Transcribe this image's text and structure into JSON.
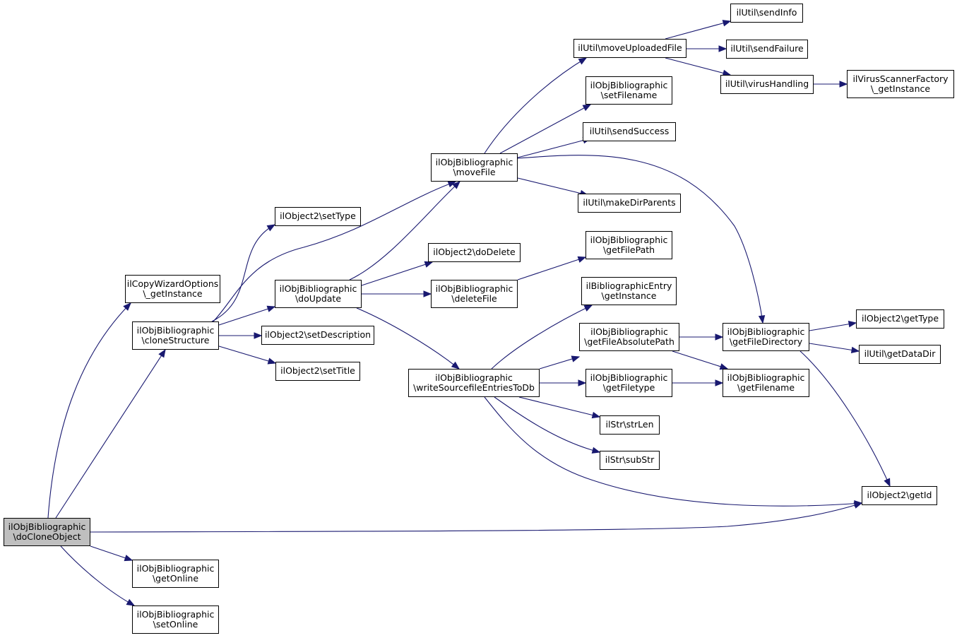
{
  "colors": {
    "edge": "#191970",
    "root_fill": "#bfbfbf",
    "node_fill": "#ffffff",
    "node_border": "#000000"
  },
  "nodes": {
    "doCloneObject": [
      "ilObjBibliographic",
      "\\doCloneObject"
    ],
    "copyWizard": [
      "ilCopyWizardOptions",
      "\\_getInstance"
    ],
    "cloneStructure": [
      "ilObjBibliographic",
      "\\cloneStructure"
    ],
    "getOnline": [
      "ilObjBibliographic",
      "\\getOnline"
    ],
    "setOnline": [
      "ilObjBibliographic",
      "\\setOnline"
    ],
    "getId": [
      "ilObject2\\getId"
    ],
    "setType": [
      "ilObject2\\setType"
    ],
    "doUpdate": [
      "ilObjBibliographic",
      "\\doUpdate"
    ],
    "setDescription": [
      "ilObject2\\setDescription"
    ],
    "setTitle": [
      "ilObject2\\setTitle"
    ],
    "moveFile": [
      "ilObjBibliographic",
      "\\moveFile"
    ],
    "doDelete": [
      "ilObject2\\doDelete"
    ],
    "deleteFile": [
      "ilObjBibliographic",
      "\\deleteFile"
    ],
    "writeSource": [
      "ilObjBibliographic",
      "\\writeSourcefileEntriesToDb"
    ],
    "moveUploaded": [
      "ilUtil\\moveUploadedFile"
    ],
    "setFilename": [
      "ilObjBibliographic",
      "\\setFilename"
    ],
    "sendSuccess": [
      "ilUtil\\sendSuccess"
    ],
    "makeDirParents": [
      "ilUtil\\makeDirParents"
    ],
    "getFilePath": [
      "ilObjBibliographic",
      "\\getFilePath"
    ],
    "bibEntryGetInstance": [
      "ilBibliographicEntry",
      "\\getInstance"
    ],
    "getFileAbsolutePath": [
      "ilObjBibliographic",
      "\\getFileAbsolutePath"
    ],
    "getFiletype": [
      "ilObjBibliographic",
      "\\getFiletype"
    ],
    "strLen": [
      "ilStr\\strLen"
    ],
    "subStr": [
      "ilStr\\subStr"
    ],
    "sendInfo": [
      "ilUtil\\sendInfo"
    ],
    "sendFailure": [
      "ilUtil\\sendFailure"
    ],
    "virusHandling": [
      "ilUtil\\virusHandling"
    ],
    "virusScanner": [
      "ilVirusScannerFactory",
      "\\_getInstance"
    ],
    "getFileDirectory": [
      "ilObjBibliographic",
      "\\getFileDirectory"
    ],
    "getFilename": [
      "ilObjBibliographic",
      "\\getFilename"
    ],
    "getType": [
      "ilObject2\\getType"
    ],
    "getDataDir": [
      "ilUtil\\getDataDir"
    ]
  },
  "edges": [
    [
      "doCloneObject",
      "copyWizard"
    ],
    [
      "doCloneObject",
      "cloneStructure"
    ],
    [
      "doCloneObject",
      "getId"
    ],
    [
      "doCloneObject",
      "getOnline"
    ],
    [
      "doCloneObject",
      "setOnline"
    ],
    [
      "cloneStructure",
      "setType"
    ],
    [
      "cloneStructure",
      "moveFile"
    ],
    [
      "cloneStructure",
      "doUpdate"
    ],
    [
      "cloneStructure",
      "setDescription"
    ],
    [
      "cloneStructure",
      "setTitle"
    ],
    [
      "doUpdate",
      "moveFile"
    ],
    [
      "doUpdate",
      "doDelete"
    ],
    [
      "doUpdate",
      "deleteFile"
    ],
    [
      "doUpdate",
      "writeSource"
    ],
    [
      "moveFile",
      "moveUploaded"
    ],
    [
      "moveFile",
      "setFilename"
    ],
    [
      "moveFile",
      "sendSuccess"
    ],
    [
      "moveFile",
      "getFileDirectory"
    ],
    [
      "moveFile",
      "makeDirParents"
    ],
    [
      "deleteFile",
      "getFilePath"
    ],
    [
      "writeSource",
      "bibEntryGetInstance"
    ],
    [
      "writeSource",
      "getFileAbsolutePath"
    ],
    [
      "writeSource",
      "getFiletype"
    ],
    [
      "writeSource",
      "strLen"
    ],
    [
      "writeSource",
      "subStr"
    ],
    [
      "writeSource",
      "getId"
    ],
    [
      "moveUploaded",
      "sendInfo"
    ],
    [
      "moveUploaded",
      "sendFailure"
    ],
    [
      "moveUploaded",
      "virusHandling"
    ],
    [
      "virusHandling",
      "virusScanner"
    ],
    [
      "getFileAbsolutePath",
      "getFileDirectory"
    ],
    [
      "getFileAbsolutePath",
      "getFilename"
    ],
    [
      "getFiletype",
      "getFilename"
    ],
    [
      "getFileDirectory",
      "getType"
    ],
    [
      "getFileDirectory",
      "getDataDir"
    ],
    [
      "getFileDirectory",
      "getId"
    ]
  ]
}
